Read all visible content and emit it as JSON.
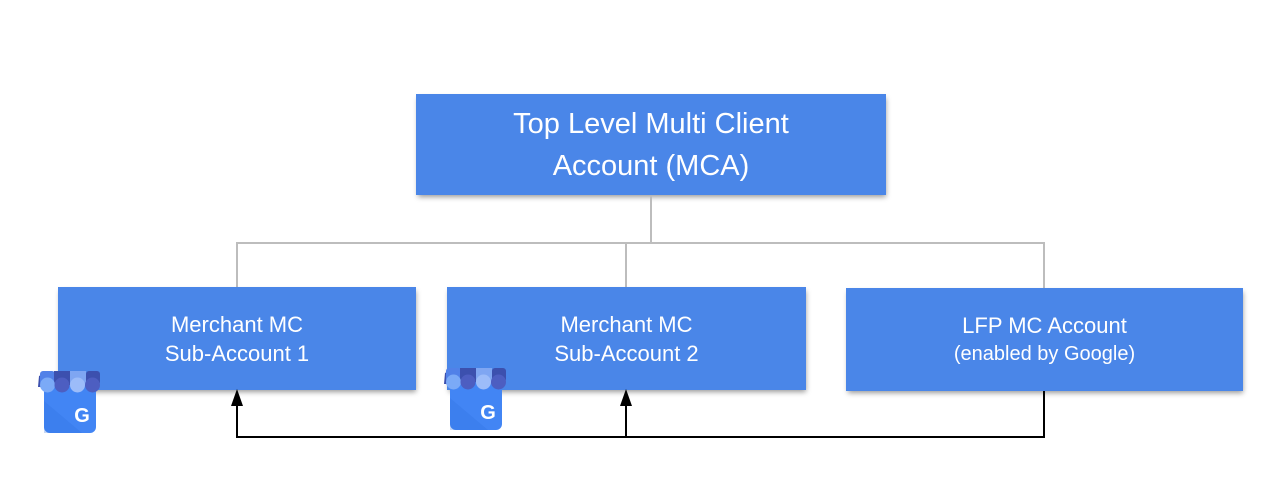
{
  "colors": {
    "box-fill": "#4a86e8",
    "box-text": "#ffffff",
    "connector": "#bdbdbd",
    "arrow": "#000000",
    "gmb-body": "#4285f4",
    "gmb-band-a": "#5181e8",
    "gmb-band-dark": "#3c50ae",
    "gmb-band-b": "#7fa6f2",
    "gmb-scallop-a": "#7baaf7",
    "gmb-scallop-dark": "#4d5ec1",
    "gmb-scallop-b": "#9cbcf9",
    "gmb-letter": "#ffffff"
  },
  "nodes": {
    "mca": {
      "line1": "Top Level Multi Client",
      "line2": "Account (MCA)"
    },
    "sub1": {
      "line1": "Merchant MC",
      "line2": "Sub-Account 1"
    },
    "sub2": {
      "line1": "Merchant MC",
      "line2": "Sub-Account 2"
    },
    "lfp": {
      "line1": "LFP MC Account",
      "line2": "(enabled by Google)"
    }
  },
  "icons": {
    "sub1": "google-my-business-icon",
    "sub2": "google-my-business-icon",
    "letter": "G"
  }
}
